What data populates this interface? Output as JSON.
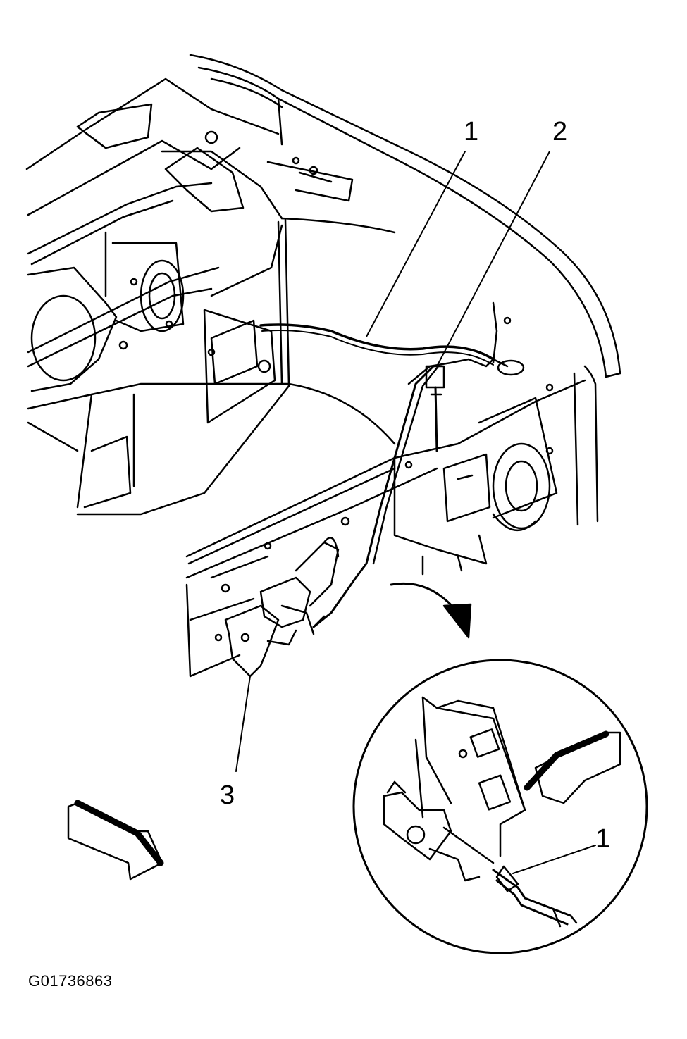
{
  "callouts": {
    "c1_main": "1",
    "c2_main": "2",
    "c3_main": "3",
    "c1_detail": "1"
  },
  "figure_id": "G01736863"
}
